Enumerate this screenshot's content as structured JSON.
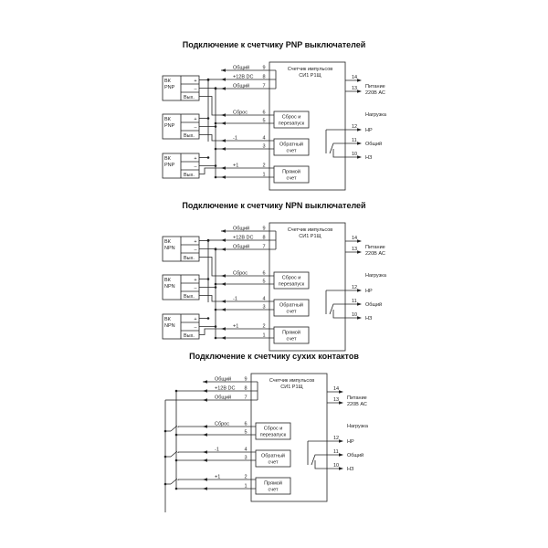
{
  "diagrams": [
    {
      "title": "Подключение к счетчику PNP выключателей",
      "sensor_type": "PNP",
      "mode": "sensor"
    },
    {
      "title": "Подключение к счетчику NPN выключателей",
      "sensor_type": "NPN",
      "mode": "sensor"
    },
    {
      "title": "Подключение к счетчику сухих контактов",
      "mode": "dry"
    }
  ],
  "labels": {
    "counter_line1": "Счетчик импульсов",
    "counter_line2": "СИ1 Р1Щ",
    "common": "Общий",
    "plus12": "+12В DC",
    "reset": "Сброс",
    "minus1": "-1",
    "plus1": "+1",
    "reset_block_1": "Сброс и",
    "reset_block_2": "перезапуск",
    "reverse_block_1": "Обратный",
    "reverse_block_2": "счет",
    "forward_block_1": "Прямой",
    "forward_block_2": "счет",
    "power_1": "Питание",
    "power_2": "220В АС",
    "load": "Нагрузка",
    "no": "НР",
    "com": "Общий",
    "nc": "НЗ",
    "sensor_prefix": "ВК",
    "sensor_plus": "+",
    "sensor_minus": "–",
    "sensor_out": "Вых."
  },
  "pins": [
    "9",
    "8",
    "7",
    "6",
    "5",
    "4",
    "3",
    "2",
    "1"
  ],
  "relay_pins": [
    "14",
    "13",
    "12",
    "11",
    "10"
  ]
}
